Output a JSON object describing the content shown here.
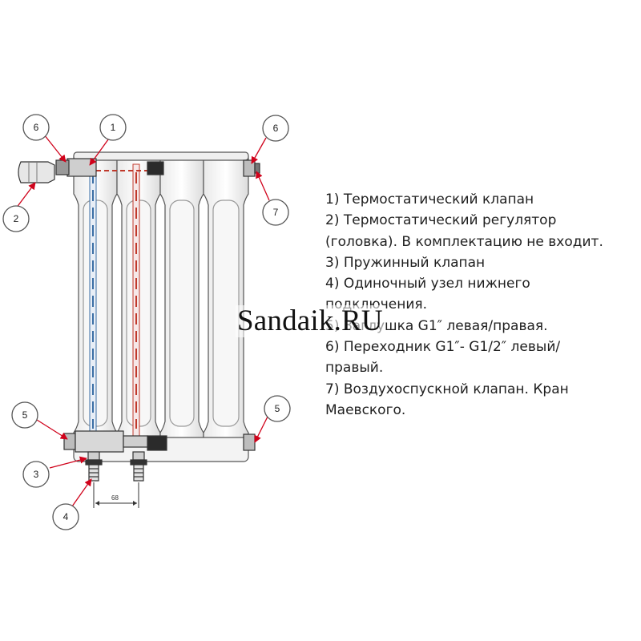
{
  "callouts": [
    "1",
    "2",
    "3",
    "4",
    "5",
    "6",
    "7"
  ],
  "dimension_label": "68",
  "legend": [
    "1) Термостатический клапан",
    "2) Термостатический регулятор",
    "(головка). В комплектацию не входит.",
    "3) Пружинный клапан",
    "4) Одиночный узел нижнего",
    "подключения.",
    "5) Заглушка G1″ левая/правая.",
    "6) Переходник G1″- G1/2″ левый/",
    "правый.",
    "7) Воздухоспускной клапан. Кран",
    "Маевского."
  ],
  "watermark": "Sandaik.RU",
  "colors": {
    "pipe_red": "#c0392b",
    "pipe_blue": "#3a6ea5",
    "arrow_red": "#d0021b",
    "outline": "#444444"
  }
}
